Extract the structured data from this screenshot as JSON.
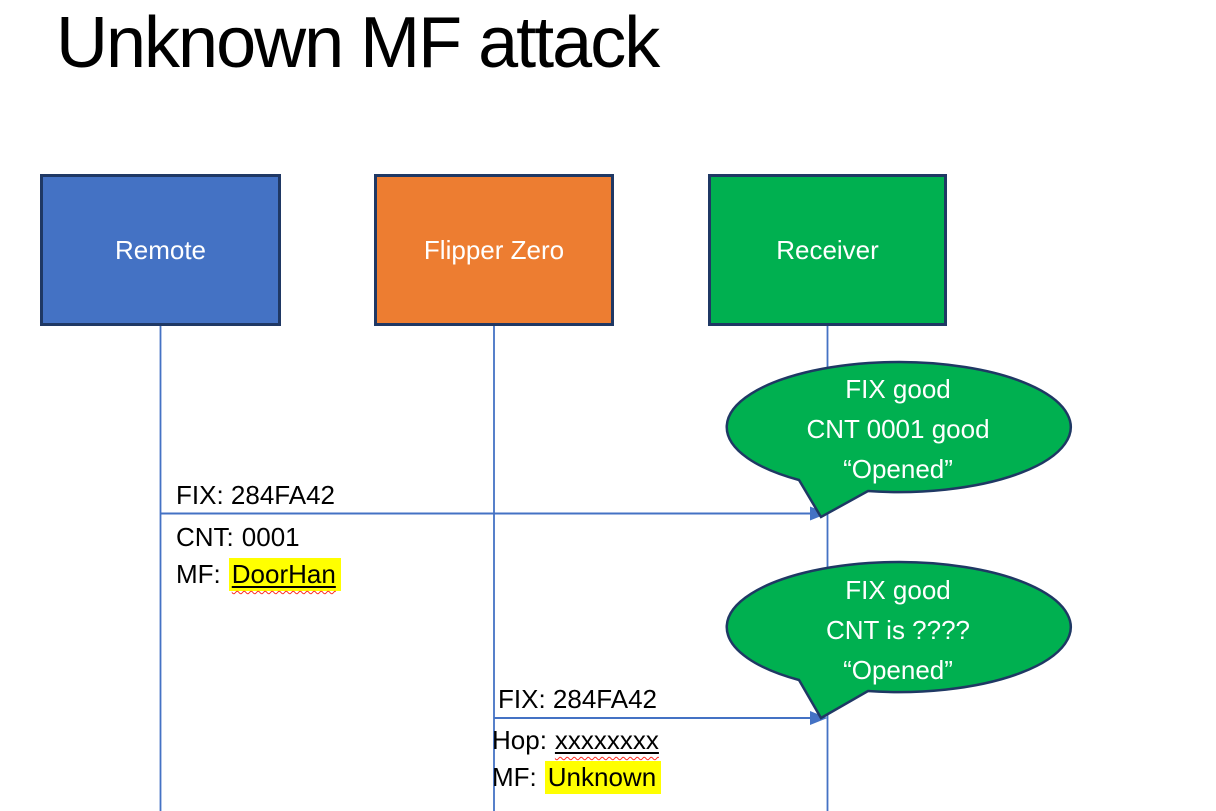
{
  "slide": {
    "title": "Unknown MF attack"
  },
  "actors": [
    {
      "label": "Remote"
    },
    {
      "label": "Flipper Zero"
    },
    {
      "label": "Receiver"
    }
  ],
  "messages": [
    {
      "from": "Remote",
      "to": "Receiver",
      "above": "FIX: 284FA42",
      "line2_prefix": "CNT:",
      "line2_value": "0001",
      "line3_prefix": "MF:",
      "line3_value": "DoorHan"
    },
    {
      "from": "Flipper Zero",
      "to": "Receiver",
      "above": "FIX: 284FA42",
      "line2_prefix": "Hop:",
      "line2_value": "xxxxxxxx",
      "line3_prefix": "MF:",
      "line3_value": "Unknown"
    }
  ],
  "callouts": [
    {
      "line1": "FIX good",
      "line2": "CNT 0001 good",
      "line3": "“Opened”"
    },
    {
      "line1": "FIX good",
      "line2": "CNT is ????",
      "line3": "“Opened”"
    }
  ],
  "colors": {
    "actor-blue": "#4472C4",
    "actor-orange": "#ED7D31",
    "actor-green": "#00B050",
    "shape-border": "#1F3864",
    "connector-blue": "#4472C4",
    "highlight-yellow": "#FFFF00",
    "squiggle-red": "#FF2B1E",
    "label-white": "#FFFFFF",
    "text-black": "#000000"
  }
}
